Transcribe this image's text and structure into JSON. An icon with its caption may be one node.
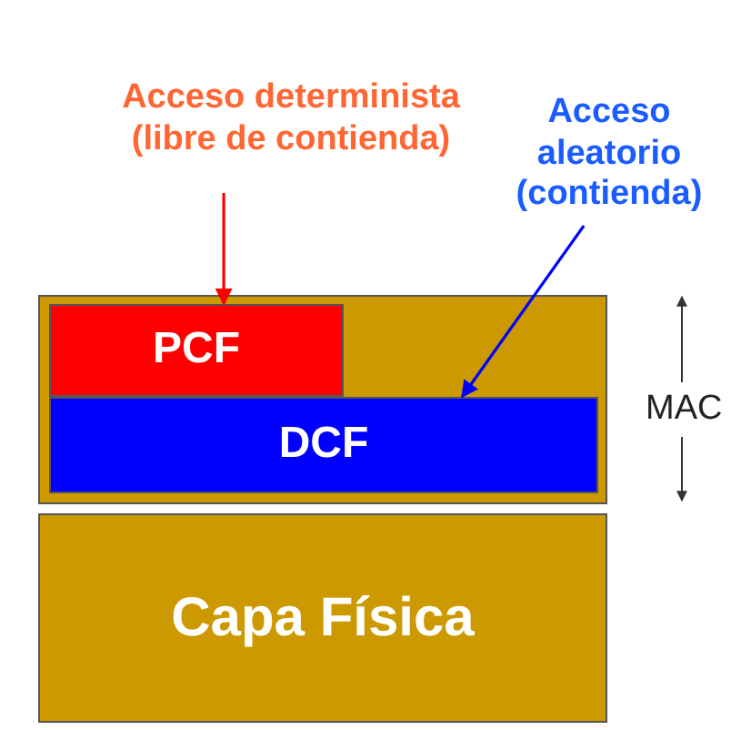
{
  "diagram": {
    "nodes": [
      {
        "text": [
          "Acceso determinista (libre de contienda)"
        ]
      },
      {
        "text": [
          "Acceso aleatorio (contienda)"
        ]
      },
      {
        "text": [],
        "shape": "box"
      },
      {
        "text": [
          "PCF"
        ],
        "in": 2
      },
      {
        "text": [
          "DCF"
        ],
        "in": 2
      },
      {
        "text": [
          "Capa Física"
        ]
      }
    ],
    "edges": [
      {
        "from": 0,
        "to": 3,
        "arrow": "to",
        "color": "#ff0000"
      },
      {
        "from": 1,
        "to": 4,
        "arrow": "to",
        "color": "#0000ff"
      }
    ],
    "labels": [
      "MAC"
    ]
  }
}
